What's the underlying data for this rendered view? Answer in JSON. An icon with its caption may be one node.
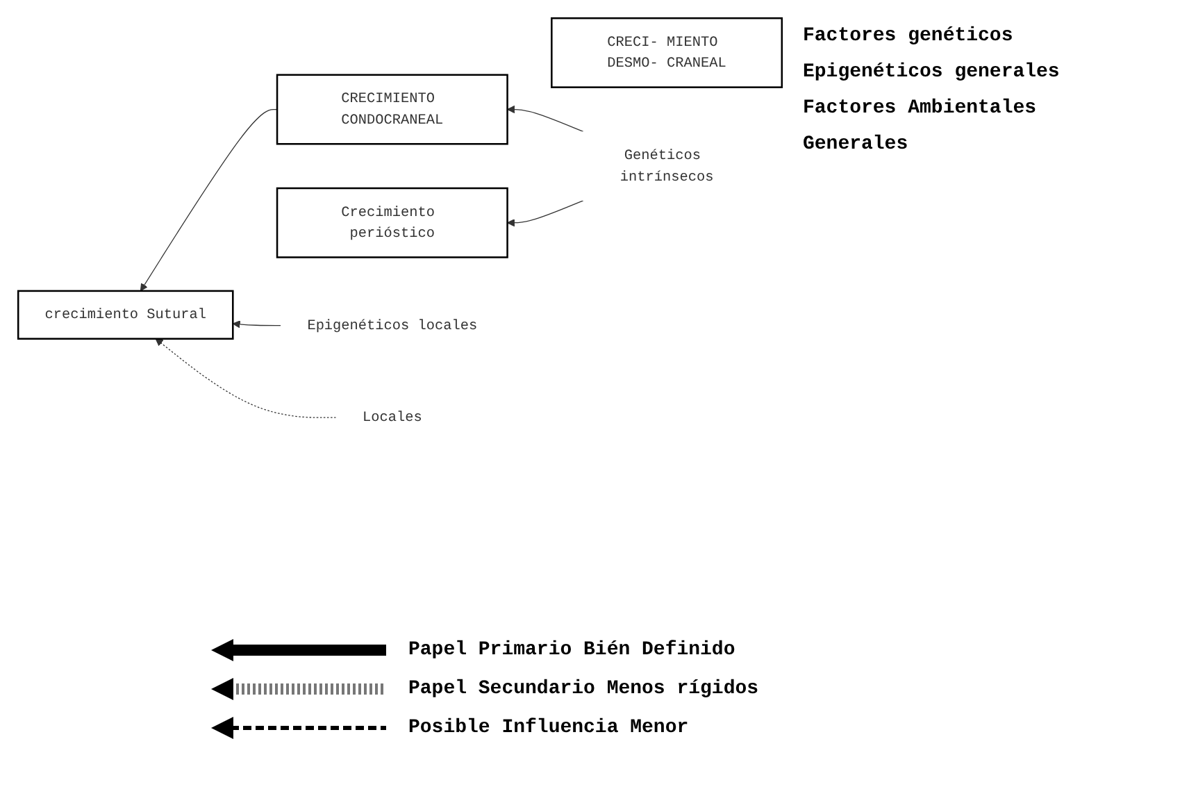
{
  "diagram": {
    "nodes": [
      {
        "text": [
          "CRECIMIENTO CONDOCRANEAL"
        ]
      },
      {
        "text": [
          "CRECI- MIENTO DESMO- CRANEAL"
        ]
      },
      {
        "text": [
          "crecimiento Sutural"
        ]
      },
      {
        "text": [
          "Crecimiento perióstico"
        ]
      },
      {
        "text": [
          "Genéticos intrínsecos"
        ]
      },
      {
        "text": [
          "Epigenéticos locales"
        ]
      },
      {
        "text": [
          "Locales"
        ]
      }
    ],
    "edges": [
      {
        "from": 4,
        "to": 0,
        "arrow": "to"
      },
      {
        "from": 0,
        "to": 2,
        "arrow": "to"
      },
      {
        "from": 5,
        "to": 2,
        "arrow": "to"
      },
      {
        "from": 4,
        "to": 3,
        "arrow": "to"
      },
      {
        "from": 6,
        "to": 2,
        "arrow": "to",
        "style": "dashed"
      }
    ],
    "labels": [
      "Factores genéticos",
      "Epigenéticos generales",
      "Factores Ambientales",
      "Generales"
    ],
    "legend": [
      {
        "text": "Papel Primario Bién Definido"
      },
      {
        "text": "Papel Secundario Menos rígidos"
      },
      {
        "text": "Posible Influencia Menor"
      }
    ]
  }
}
